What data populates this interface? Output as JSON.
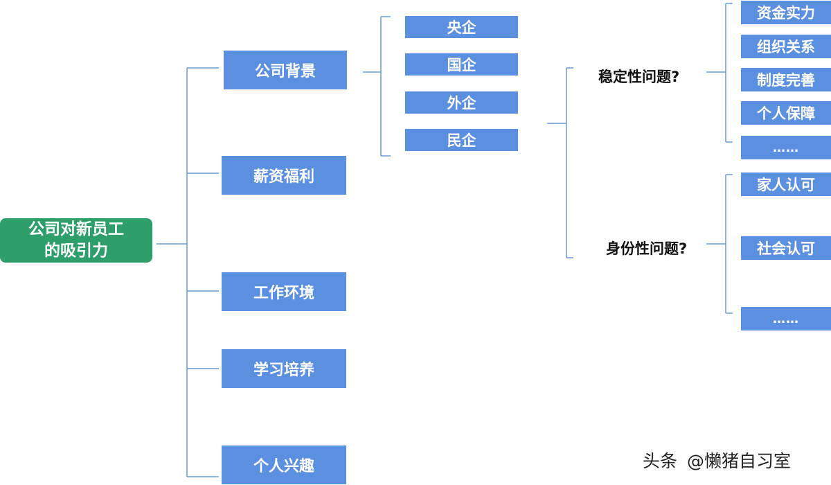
{
  "root": {
    "line1": "公司对新员工",
    "line2": "的吸引力"
  },
  "level1": [
    "公司背景",
    "薪资福利",
    "工作环境",
    "学习培养",
    "个人兴趣"
  ],
  "company_types": [
    "央企",
    "国企",
    "外企",
    "民企"
  ],
  "questions": {
    "stability": {
      "label": "稳定性问题?",
      "items": [
        "资金实力",
        "组织关系",
        "制度完善",
        "个人保障",
        "……"
      ]
    },
    "identity": {
      "label": "身份性问题?",
      "items": [
        "家人认可",
        "社会认可",
        "……"
      ]
    }
  },
  "watermark": {
    "platform": "头条",
    "account": "@懒猪自习室"
  },
  "colors": {
    "root_green": "#2e9e6b",
    "node_blue": "#5b8fe0",
    "connector_blue": "#6a9ad6"
  }
}
